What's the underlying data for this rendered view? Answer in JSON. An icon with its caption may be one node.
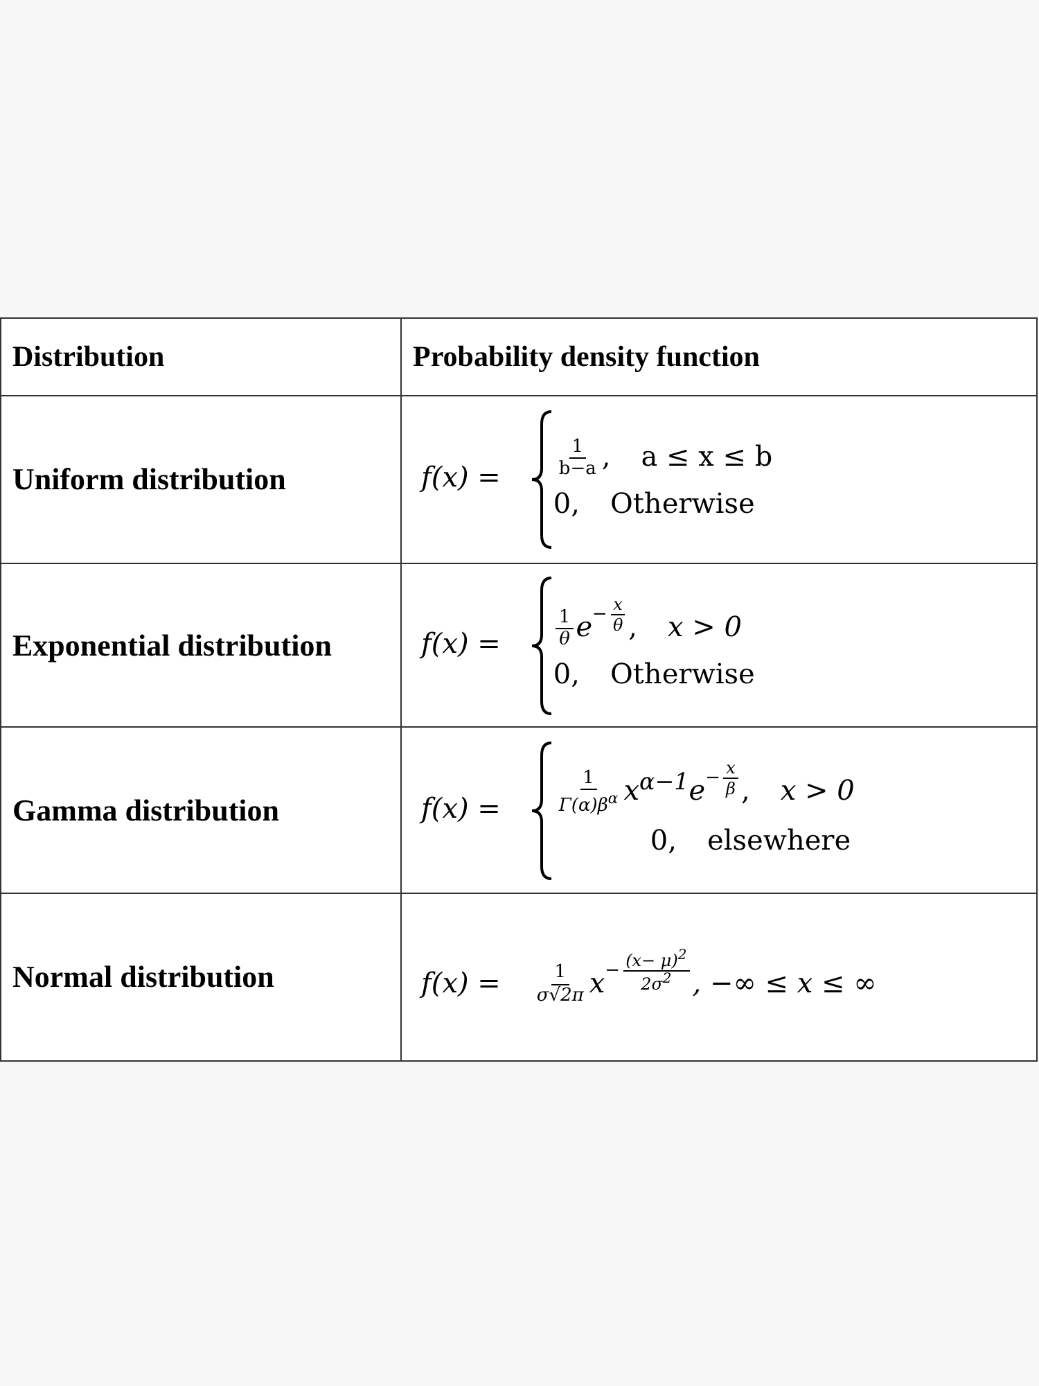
{
  "diagram": {
    "labels": [
      "Distribution",
      "Probability density function",
      "Uniform distribution",
      "f(x) =",
      "1",
      "b−a",
      ",",
      "a ≤ x ≤ b",
      "0,",
      "Otherwise",
      "Exponential distribution",
      "f(x) =",
      "1",
      "θ",
      "e",
      "−",
      "x",
      "θ",
      ",",
      "x > 0",
      "0,",
      "Otherwise",
      "Gamma distribution",
      "f(x) =",
      "1",
      "Γ(α)β$^{α}$",
      "x$^{α−1}$",
      "e",
      "−",
      "x",
      "β",
      ",",
      "x > 0",
      "0,",
      "elsewhere",
      "Normal distribution",
      "f(x) =",
      "1",
      "σ√2π",
      "x",
      "−",
      "(x− μ)$^{2}$",
      "2σ$^{2}$",
      ", −∞ ≤ x ≤ ∞"
    ]
  }
}
